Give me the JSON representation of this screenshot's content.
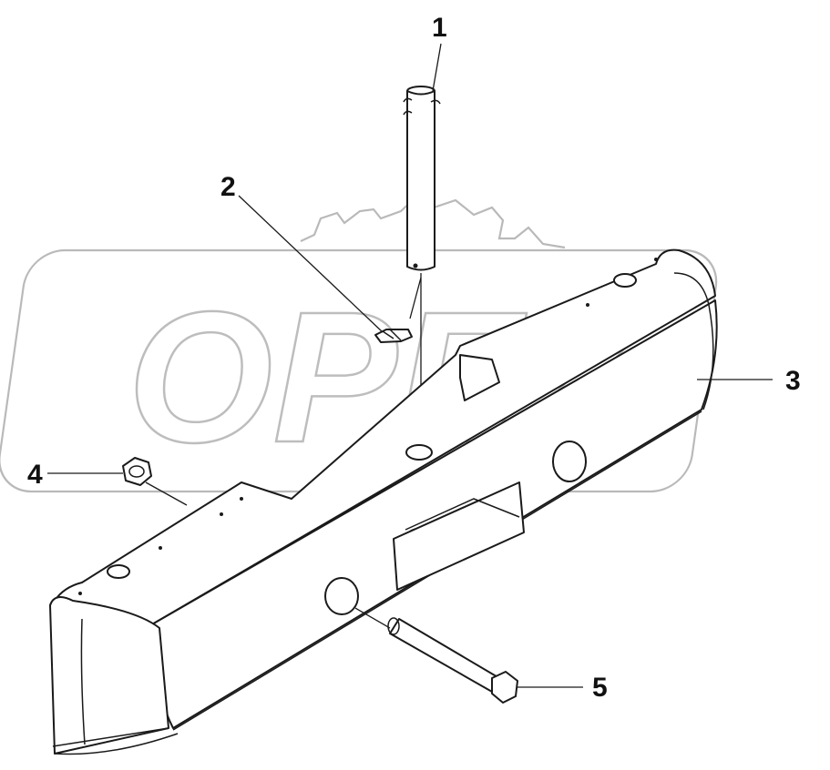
{
  "diagram": {
    "watermark_text": "OPEX",
    "callouts": [
      {
        "id": "callout-1",
        "label": "1"
      },
      {
        "id": "callout-2",
        "label": "2"
      },
      {
        "id": "callout-3",
        "label": "3"
      },
      {
        "id": "callout-4",
        "label": "4"
      },
      {
        "id": "callout-5",
        "label": "5"
      }
    ]
  }
}
